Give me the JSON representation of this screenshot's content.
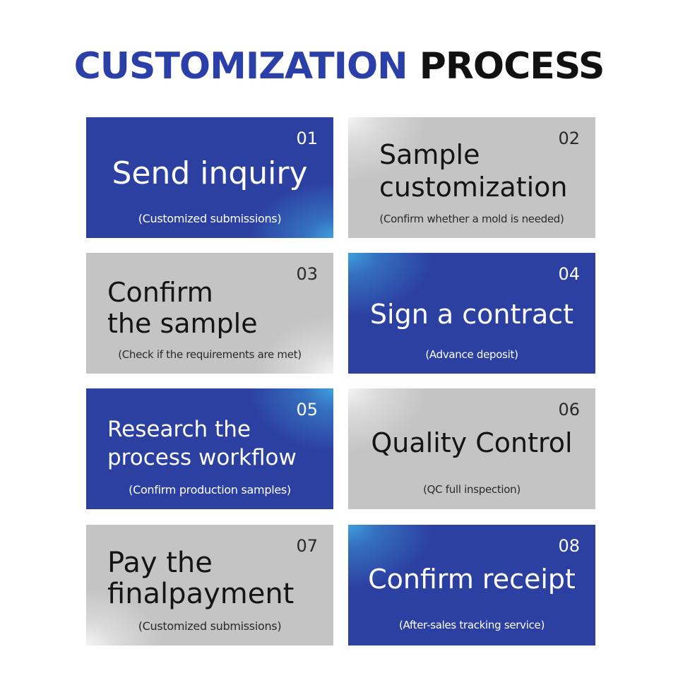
{
  "title": {
    "part1": "CUSTOMIZATION",
    "part2": "PROCESS"
  },
  "colors": {
    "blue": "#2c40a2",
    "gray": "#c4c4c4",
    "title_blue": "#2a3fa7",
    "title_black": "#111111"
  },
  "steps": [
    {
      "number": "01",
      "heading_lines": [
        "Send inquiry"
      ],
      "subtitle": "(Customized submissions)",
      "style": "blue"
    },
    {
      "number": "02",
      "heading_lines": [
        "Sample",
        "customization"
      ],
      "subtitle": "(Confirm whether a mold is needed)",
      "style": "gray"
    },
    {
      "number": "03",
      "heading_lines": [
        "Confirm",
        "the sample"
      ],
      "subtitle": "(Check if the requirements are met)",
      "style": "gray"
    },
    {
      "number": "04",
      "heading_lines": [
        "Sign a contract"
      ],
      "subtitle": "(Advance deposit)",
      "style": "blue"
    },
    {
      "number": "05",
      "heading_lines": [
        "Research the",
        "process workflow"
      ],
      "subtitle": "(Confirm production samples)",
      "style": "blue"
    },
    {
      "number": "06",
      "heading_lines": [
        "Quality Control"
      ],
      "subtitle": "(QC full inspection)",
      "style": "gray"
    },
    {
      "number": "07",
      "heading_lines": [
        "Pay the",
        "finalpayment"
      ],
      "subtitle": "(Customized submissions)",
      "style": "gray"
    },
    {
      "number": "08",
      "heading_lines": [
        "Confirm receipt"
      ],
      "subtitle": "(After-sales tracking service)",
      "style": "blue"
    }
  ]
}
